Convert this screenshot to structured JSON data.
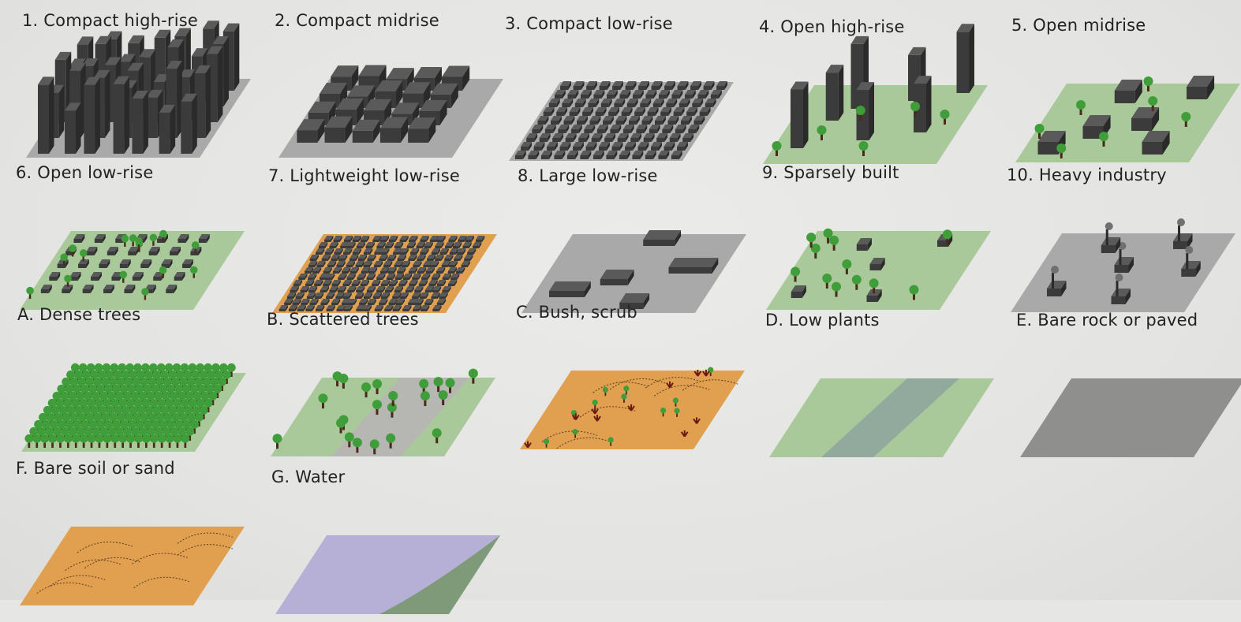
{
  "colors": {
    "background": "#e6e6e4",
    "building_top": "#5a5a5a",
    "building_front": "#3b3b3b",
    "building_side": "#2a2a2a",
    "paved": "#a9a9a9",
    "vegetated": "#a9c99a",
    "soil": "#e0a050",
    "water": "#b7b0d6",
    "tree_canopy": "#3f9e3a",
    "tree_trunk": "#4a2a1a",
    "low_plant_dark": "#7d8fa0"
  },
  "classes": [
    {
      "label": "1. Compact high-rise",
      "key": "compact-high-rise"
    },
    {
      "label": "2. Compact midrise",
      "key": "compact-midrise"
    },
    {
      "label": "3. Compact low-rise",
      "key": "compact-low-rise"
    },
    {
      "label": "4. Open high-rise",
      "key": "open-high-rise"
    },
    {
      "label": "5. Open midrise",
      "key": "open-midrise"
    },
    {
      "label": "6. Open low-rise",
      "key": "open-low-rise"
    },
    {
      "label": "7. Lightweight low-rise",
      "key": "lightweight-low-rise"
    },
    {
      "label": "8. Large low-rise",
      "key": "large-low-rise"
    },
    {
      "label": "9. Sparsely built",
      "key": "sparsely-built"
    },
    {
      "label": "10. Heavy industry",
      "key": "heavy-industry"
    },
    {
      "label": "A. Dense trees",
      "key": "dense-trees"
    },
    {
      "label": "B. Scattered trees",
      "key": "scattered-trees"
    },
    {
      "label": "C. Bush, scrub",
      "key": "bush-scrub"
    },
    {
      "label": "D. Low plants",
      "key": "low-plants"
    },
    {
      "label": "E. Bare rock or paved",
      "key": "bare-rock-paved"
    },
    {
      "label": "F. Bare soil or sand",
      "key": "bare-soil-sand"
    },
    {
      "label": "G. Water",
      "key": "water"
    }
  ]
}
